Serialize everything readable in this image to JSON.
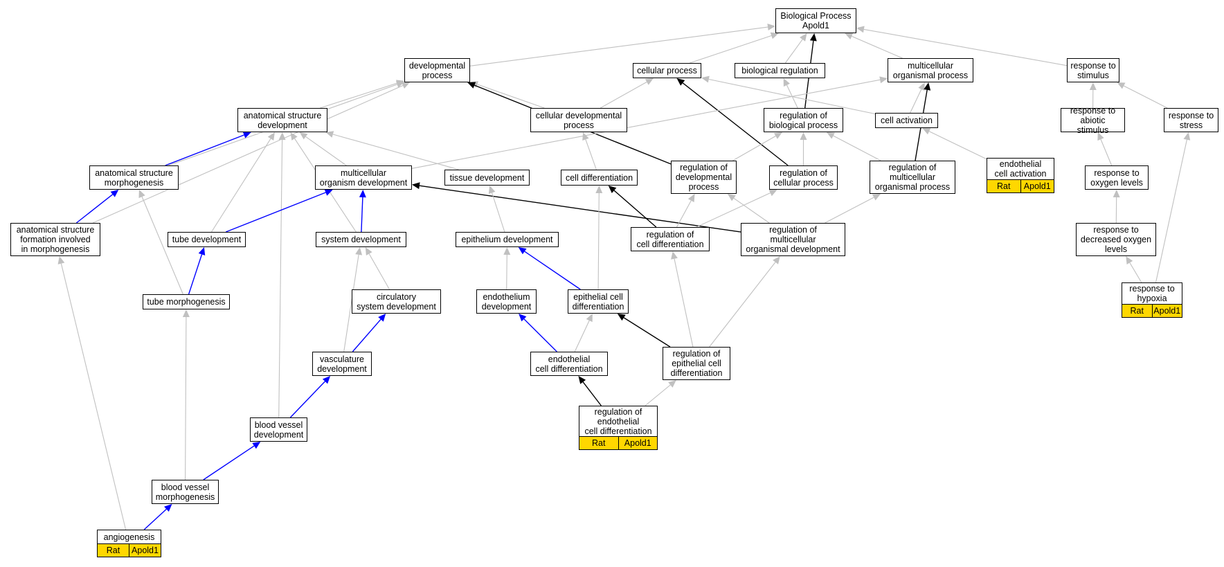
{
  "colors": {
    "is_a_edge": "#c0c0c0",
    "part_of_edge": "#0000ff",
    "regulates_edge": "#000000",
    "annotation_fill": "#FFD700"
  },
  "nodes": {
    "bp_root": "Biological Process\nApold1",
    "developmental_process": "developmental\nprocess",
    "cellular_process": "cellular process",
    "biological_regulation": "biological regulation",
    "multicellular_organismal_process": "multicellular\norganismal process",
    "response_to_stimulus": "response to\nstimulus",
    "anatomical_structure_development": "anatomical structure\ndevelopment",
    "cellular_developmental_process": "cellular developmental\nprocess",
    "regulation_of_biological_process": "regulation of\nbiological process",
    "cell_activation": "cell activation",
    "response_to_abiotic_stimulus": "response to\nabiotic stimulus",
    "response_to_stress": "response to\nstress",
    "anatomical_structure_morphogenesis": "anatomical structure\nmorphogenesis",
    "multicellular_organism_development": "multicellular\norganism development",
    "tissue_development": "tissue development",
    "cell_differentiation": "cell differentiation",
    "regulation_of_developmental_process": "regulation of\ndevelopmental\nprocess",
    "regulation_of_cellular_process": "regulation of\ncellular process",
    "regulation_of_multicellular_organismal_process": "regulation of\nmulticellular\norganismal process",
    "endothelial_cell_activation": "endothelial\ncell activation",
    "response_to_oxygen_levels": "response to\noxygen levels",
    "anatomical_structure_formation": "anatomical structure\nformation involved\nin morphogenesis",
    "tube_development": "tube development",
    "system_development": "system development",
    "epithelium_development": "epithelium development",
    "regulation_of_cell_differentiation": "regulation of\ncell differentiation",
    "regulation_of_multicellular_organismal_development": "regulation of\nmulticellular\norganismal development",
    "response_to_decreased_oxygen_levels": "response to\ndecreased oxygen\nlevels",
    "tube_morphogenesis": "tube morphogenesis",
    "circulatory_system_development": "circulatory\nsystem development",
    "endothelium_development": "endothelium\ndevelopment",
    "epithelial_cell_differentiation": "epithelial cell\ndifferentiation",
    "response_to_hypoxia": "response to\nhypoxia",
    "vasculature_development": "vasculature\ndevelopment",
    "endothelial_cell_differentiation": "endothelial\ncell differentiation",
    "regulation_of_epithelial_cell_differentiation": "regulation of\nepithelial cell\ndifferentiation",
    "blood_vessel_development": "blood vessel\ndevelopment",
    "regulation_of_endothelial_cell_differentiation": "regulation of\nendothelial\ncell differentiation",
    "blood_vessel_morphogenesis": "blood vessel\nmorphogenesis",
    "angiogenesis": "angiogenesis"
  },
  "annotations": {
    "endothelial_cell_activation": {
      "species": "Rat",
      "gene": "Apold1"
    },
    "response_to_hypoxia": {
      "species": "Rat",
      "gene": "Apold1"
    },
    "regulation_of_endothelial_cell_differentiation": {
      "species": "Rat",
      "gene": "Apold1"
    },
    "angiogenesis": {
      "species": "Rat",
      "gene": "Apold1"
    }
  },
  "edges": [
    {
      "from": "developmental_process",
      "to": "bp_root",
      "type": "is_a"
    },
    {
      "from": "cellular_process",
      "to": "bp_root",
      "type": "is_a"
    },
    {
      "from": "biological_regulation",
      "to": "bp_root",
      "type": "is_a"
    },
    {
      "from": "multicellular_organismal_process",
      "to": "bp_root",
      "type": "is_a"
    },
    {
      "from": "response_to_stimulus",
      "to": "bp_root",
      "type": "is_a"
    },
    {
      "from": "regulation_of_biological_process",
      "to": "bp_root",
      "type": "regulates"
    },
    {
      "from": "anatomical_structure_development",
      "to": "developmental_process",
      "type": "is_a"
    },
    {
      "from": "cellular_developmental_process",
      "to": "developmental_process",
      "type": "is_a"
    },
    {
      "from": "cellular_developmental_process",
      "to": "cellular_process",
      "type": "is_a"
    },
    {
      "from": "regulation_of_developmental_process",
      "to": "developmental_process",
      "type": "regulates"
    },
    {
      "from": "regulation_of_cellular_process",
      "to": "cellular_process",
      "type": "regulates"
    },
    {
      "from": "cell_activation",
      "to": "cellular_process",
      "type": "is_a"
    },
    {
      "from": "cell_activation",
      "to": "multicellular_organismal_process",
      "type": "is_a"
    },
    {
      "from": "regulation_of_biological_process",
      "to": "biological_regulation",
      "type": "is_a"
    },
    {
      "from": "regulation_of_multicellular_organismal_process",
      "to": "multicellular_organismal_process",
      "type": "regulates"
    },
    {
      "from": "multicellular_organism_development",
      "to": "multicellular_organismal_process",
      "type": "is_a"
    },
    {
      "from": "response_to_abiotic_stimulus",
      "to": "response_to_stimulus",
      "type": "is_a"
    },
    {
      "from": "response_to_stress",
      "to": "response_to_stimulus",
      "type": "is_a"
    },
    {
      "from": "anatomical_structure_morphogenesis",
      "to": "developmental_process",
      "type": "is_a"
    },
    {
      "from": "anatomical_structure_formation",
      "to": "developmental_process",
      "type": "is_a"
    },
    {
      "from": "anatomical_structure_morphogenesis",
      "to": "anatomical_structure_development",
      "type": "part_of"
    },
    {
      "from": "multicellular_organism_development",
      "to": "anatomical_structure_development",
      "type": "is_a"
    },
    {
      "from": "tissue_development",
      "to": "anatomical_structure_development",
      "type": "is_a"
    },
    {
      "from": "tube_development",
      "to": "anatomical_structure_development",
      "type": "is_a"
    },
    {
      "from": "system_development",
      "to": "anatomical_structure_development",
      "type": "is_a"
    },
    {
      "from": "blood_vessel_development",
      "to": "anatomical_structure_development",
      "type": "is_a"
    },
    {
      "from": "cell_differentiation",
      "to": "cellular_developmental_process",
      "type": "is_a"
    },
    {
      "from": "regulation_of_developmental_process",
      "to": "regulation_of_biological_process",
      "type": "is_a"
    },
    {
      "from": "regulation_of_cellular_process",
      "to": "regulation_of_biological_process",
      "type": "is_a"
    },
    {
      "from": "regulation_of_multicellular_organismal_process",
      "to": "regulation_of_biological_process",
      "type": "is_a"
    },
    {
      "from": "endothelial_cell_activation",
      "to": "cell_activation",
      "type": "is_a"
    },
    {
      "from": "response_to_oxygen_levels",
      "to": "response_to_abiotic_stimulus",
      "type": "is_a"
    },
    {
      "from": "response_to_hypoxia",
      "to": "response_to_stress",
      "type": "is_a"
    },
    {
      "from": "anatomical_structure_formation",
      "to": "anatomical_structure_morphogenesis",
      "type": "part_of"
    },
    {
      "from": "tube_development",
      "to": "multicellular_organism_development",
      "type": "part_of"
    },
    {
      "from": "system_development",
      "to": "multicellular_organism_development",
      "type": "part_of"
    },
    {
      "from": "regulation_of_multicellular_organismal_development",
      "to": "multicellular_organism_development",
      "type": "regulates"
    },
    {
      "from": "epithelium_development",
      "to": "tissue_development",
      "type": "is_a"
    },
    {
      "from": "epithelial_cell_differentiation",
      "to": "cell_differentiation",
      "type": "is_a"
    },
    {
      "from": "regulation_of_cell_differentiation",
      "to": "cell_differentiation",
      "type": "regulates"
    },
    {
      "from": "regulation_of_cell_differentiation",
      "to": "regulation_of_developmental_process",
      "type": "is_a"
    },
    {
      "from": "regulation_of_cell_differentiation",
      "to": "regulation_of_cellular_process",
      "type": "is_a"
    },
    {
      "from": "regulation_of_multicellular_organismal_development",
      "to": "regulation_of_developmental_process",
      "type": "is_a"
    },
    {
      "from": "regulation_of_multicellular_organismal_development",
      "to": "regulation_of_multicellular_organismal_process",
      "type": "is_a"
    },
    {
      "from": "response_to_decreased_oxygen_levels",
      "to": "response_to_oxygen_levels",
      "type": "is_a"
    },
    {
      "from": "tube_morphogenesis",
      "to": "anatomical_structure_morphogenesis",
      "type": "is_a"
    },
    {
      "from": "tube_morphogenesis",
      "to": "tube_development",
      "type": "part_of"
    },
    {
      "from": "circulatory_system_development",
      "to": "system_development",
      "type": "is_a"
    },
    {
      "from": "vasculature_development",
      "to": "system_development",
      "type": "is_a"
    },
    {
      "from": "endothelium_development",
      "to": "epithelium_development",
      "type": "is_a"
    },
    {
      "from": "epithelial_cell_differentiation",
      "to": "epithelium_development",
      "type": "part_of"
    },
    {
      "from": "response_to_hypoxia",
      "to": "response_to_decreased_oxygen_levels",
      "type": "is_a"
    },
    {
      "from": "vasculature_development",
      "to": "circulatory_system_development",
      "type": "part_of"
    },
    {
      "from": "endothelial_cell_differentiation",
      "to": "endothelium_development",
      "type": "part_of"
    },
    {
      "from": "endothelial_cell_differentiation",
      "to": "epithelial_cell_differentiation",
      "type": "is_a"
    },
    {
      "from": "regulation_of_epithelial_cell_differentiation",
      "to": "epithelial_cell_differentiation",
      "type": "regulates"
    },
    {
      "from": "regulation_of_epithelial_cell_differentiation",
      "to": "regulation_of_cell_differentiation",
      "type": "is_a"
    },
    {
      "from": "regulation_of_epithelial_cell_differentiation",
      "to": "regulation_of_multicellular_organismal_development",
      "type": "is_a"
    },
    {
      "from": "blood_vessel_development",
      "to": "vasculature_development",
      "type": "part_of"
    },
    {
      "from": "regulation_of_endothelial_cell_differentiation",
      "to": "endothelial_cell_differentiation",
      "type": "regulates"
    },
    {
      "from": "regulation_of_endothelial_cell_differentiation",
      "to": "regulation_of_epithelial_cell_differentiation",
      "type": "is_a"
    },
    {
      "from": "blood_vessel_morphogenesis",
      "to": "blood_vessel_development",
      "type": "part_of"
    },
    {
      "from": "blood_vessel_morphogenesis",
      "to": "tube_morphogenesis",
      "type": "is_a"
    },
    {
      "from": "angiogenesis",
      "to": "blood_vessel_morphogenesis",
      "type": "part_of"
    },
    {
      "from": "angiogenesis",
      "to": "anatomical_structure_formation",
      "type": "is_a"
    }
  ]
}
